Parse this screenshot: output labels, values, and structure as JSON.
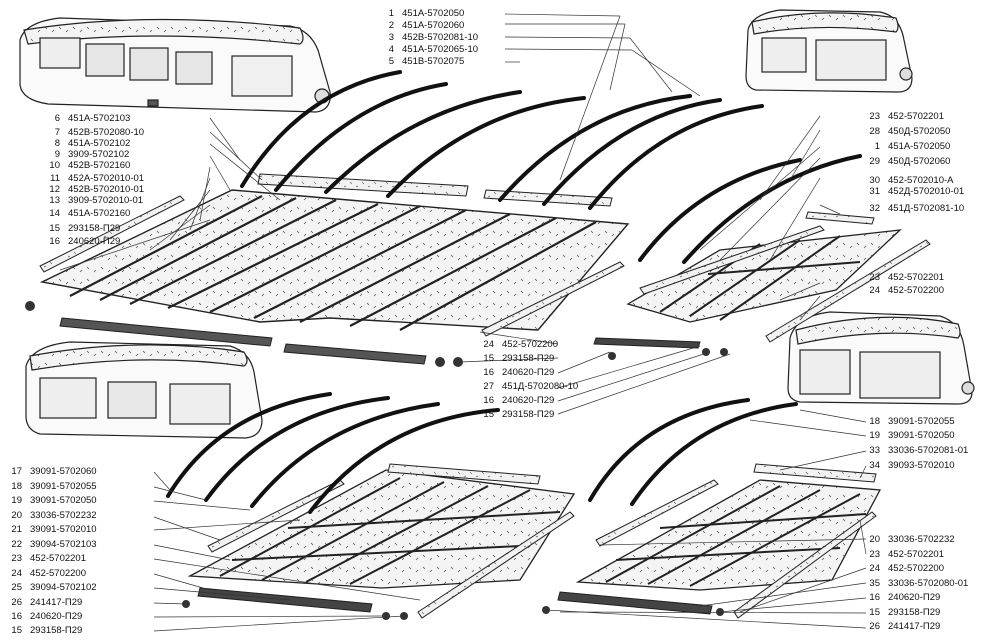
{
  "labels": {
    "top_left": [
      {
        "n": "1",
        "p": "451А-5702050"
      },
      {
        "n": "2",
        "p": "451А-5702060"
      },
      {
        "n": "3",
        "p": "452В-5702081-10"
      },
      {
        "n": "4",
        "p": "451А-5702065-10"
      },
      {
        "n": "5",
        "p": "451В-5702075"
      }
    ],
    "left_upper": [
      {
        "n": "6",
        "p": "451А-5702103"
      },
      {
        "n": "7",
        "p": "452В-5702080-10"
      },
      {
        "n": "8",
        "p": "451А-5702102"
      },
      {
        "n": "9",
        "p": "3909-5702102"
      },
      {
        "n": "10",
        "p": "452В-5702160"
      },
      {
        "n": "11",
        "p": "452А-5702010-01"
      },
      {
        "n": "12",
        "p": "452В-5702010-01"
      },
      {
        "n": "13",
        "p": "3909-5702010-01"
      },
      {
        "n": "14",
        "p": "451А-5702160"
      },
      {
        "n": "15",
        "p": "293158-П29"
      },
      {
        "n": "16",
        "p": "240620-П29"
      }
    ],
    "right_upper": [
      {
        "n": "23",
        "p": "452-5702201"
      },
      {
        "n": "28",
        "p": "450Д-5702050"
      },
      {
        "n": "1",
        "p": "451А-5702050"
      },
      {
        "n": "29",
        "p": "450Д-5702060"
      },
      {
        "n": "30",
        "p": "452-5702010-А"
      },
      {
        "n": "31",
        "p": "452Д-5702010-01"
      },
      {
        "n": "32",
        "p": "451Д-5702081-10"
      },
      {
        "n": "23",
        "p": "452-5702201"
      },
      {
        "n": "24",
        "p": "452-5702200"
      }
    ],
    "center": [
      {
        "n": "24",
        "p": "452-5702200"
      },
      {
        "n": "15",
        "p": "293158-П29"
      },
      {
        "n": "16",
        "p": "240620-П29"
      },
      {
        "n": "27",
        "p": "451Д-5702080-10"
      },
      {
        "n": "16",
        "p": "240620-П29"
      },
      {
        "n": "15",
        "p": "293158-П29"
      }
    ],
    "left_lower": [
      {
        "n": "17",
        "p": "39091-5702060"
      },
      {
        "n": "18",
        "p": "39091-5702055"
      },
      {
        "n": "19",
        "p": "39091-5702050"
      },
      {
        "n": "20",
        "p": "33036-5702232"
      },
      {
        "n": "21",
        "p": "39091-5702010"
      },
      {
        "n": "22",
        "p": "39094-5702103"
      },
      {
        "n": "23",
        "p": "452-5702201"
      },
      {
        "n": "24",
        "p": "452-5702200"
      },
      {
        "n": "25",
        "p": "39094-5702102"
      },
      {
        "n": "26",
        "p": "241417-П29"
      },
      {
        "n": "16",
        "p": "240620-П29"
      },
      {
        "n": "15",
        "p": "293158-П29"
      }
    ],
    "right_lower_top": [
      {
        "n": "18",
        "p": "39091-5702055"
      },
      {
        "n": "19",
        "p": "39091-5702050"
      },
      {
        "n": "33",
        "p": "33036-5702081-01"
      },
      {
        "n": "34",
        "p": "39093-5702010"
      }
    ],
    "right_lower_bottom": [
      {
        "n": "20",
        "p": "33036-5702232"
      },
      {
        "n": "23",
        "p": "452-5702201"
      },
      {
        "n": "24",
        "p": "452-5702200"
      },
      {
        "n": "35",
        "p": "33036-5702080-01"
      },
      {
        "n": "16",
        "p": "240620-П29"
      },
      {
        "n": "15",
        "p": "293158-П29"
      },
      {
        "n": "26",
        "p": "241417-П29"
      }
    ]
  }
}
